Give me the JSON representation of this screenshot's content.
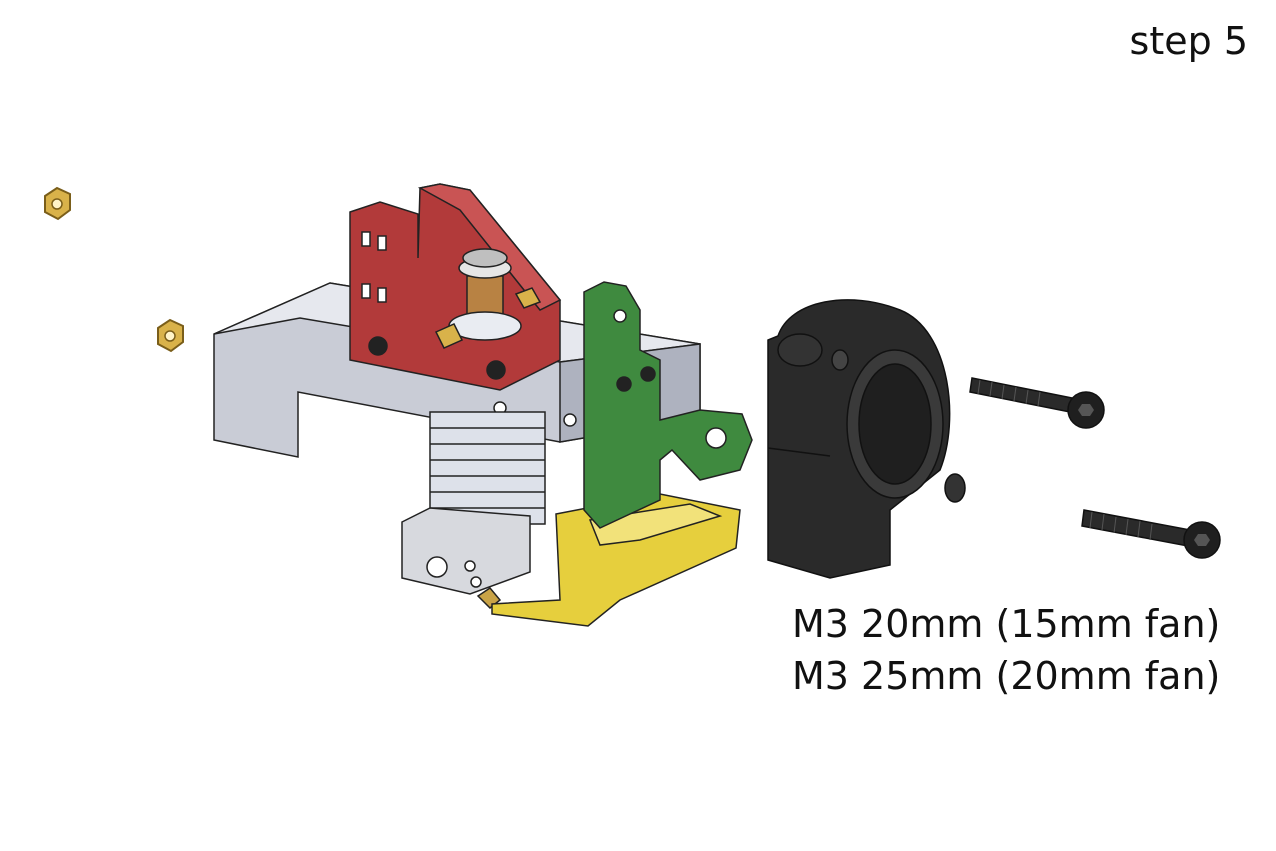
{
  "step": {
    "label": "step 5"
  },
  "notes": [
    "M3 20mm (15mm fan)",
    "M3 25mm (20mm fan)"
  ],
  "colors": {
    "bracket_red": "#b23a3a",
    "bracket_green": "#3f8a3f",
    "carriage_gray": "#c9ccd6",
    "duct_yellow": "#e6cf3d",
    "fan_black": "#2a2a2a",
    "nut_gold": "#d9b24a",
    "heatsink_silver": "#dde1ea"
  },
  "icons": [
    "nut-icon",
    "screw-icon",
    "blower-fan-icon",
    "extruder-assembly-icon"
  ]
}
